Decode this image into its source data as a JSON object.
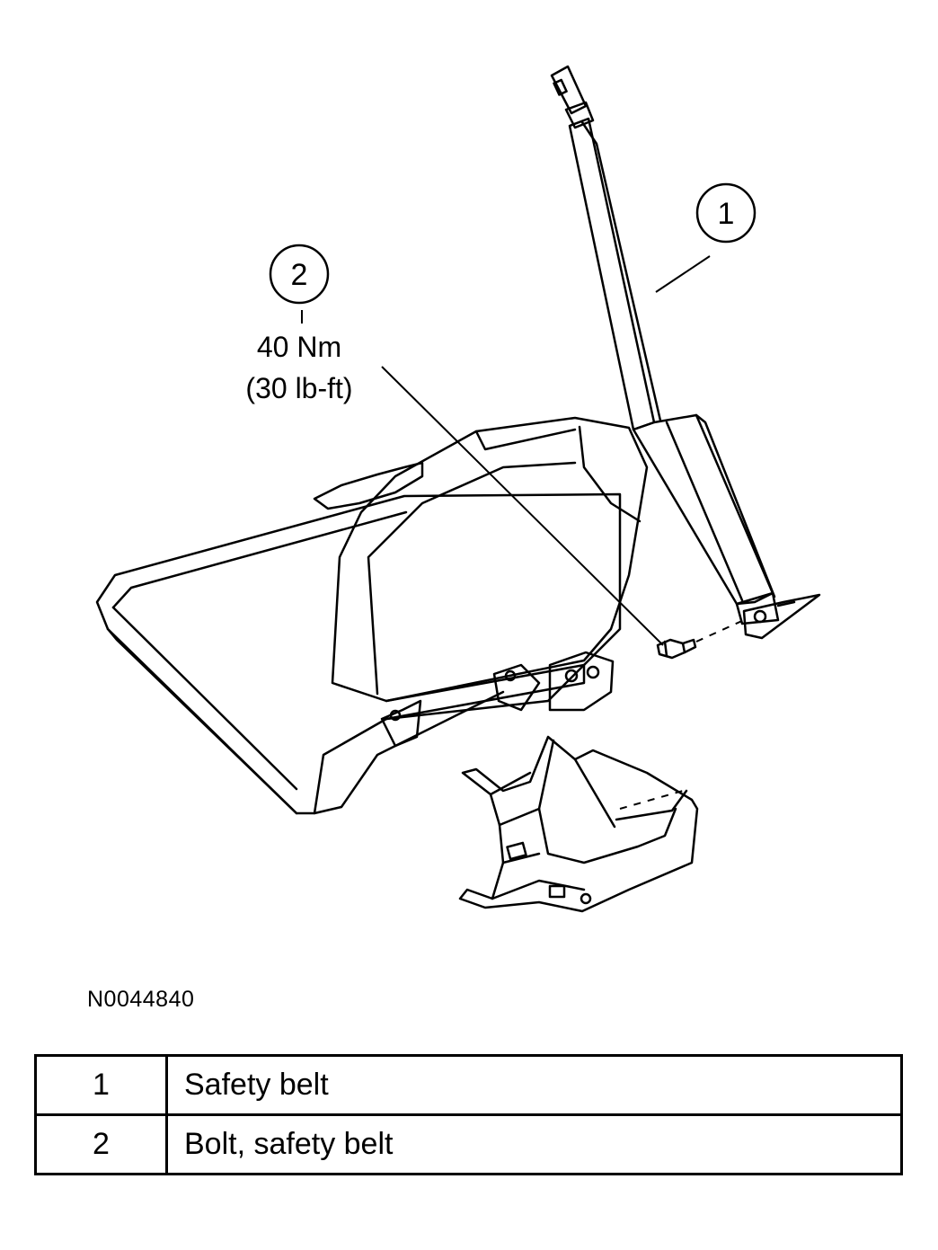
{
  "callouts": [
    {
      "number": "1"
    },
    {
      "number": "2"
    }
  ],
  "torque_spec": {
    "metric": "40 Nm",
    "imperial": "(30 lb-ft)"
  },
  "figure_id": "N0044840",
  "legend": [
    {
      "number": "1",
      "description": "Safety belt"
    },
    {
      "number": "2",
      "description": "Bolt, safety belt"
    }
  ]
}
